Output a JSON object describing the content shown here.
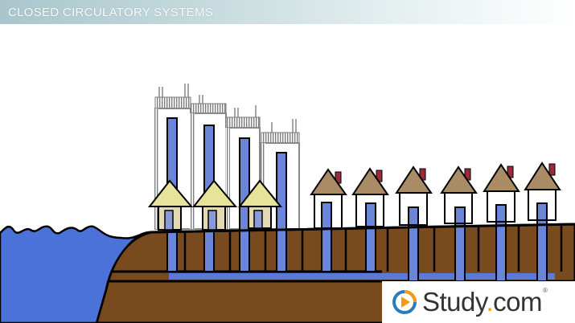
{
  "header": {
    "title": "CLOSED CIRCULATORY SYSTEMS"
  },
  "brand": {
    "name": "Study",
    "dot": ".",
    "suffix": "com",
    "trademark": "®",
    "logo_icon": "play-circle-icon"
  },
  "colors": {
    "sky": "#ffffff",
    "header_band": "#a9c6cc",
    "water": "#4a72d8",
    "ground": "#7a4a1f",
    "pipe_fill": "#6b86d8",
    "roof_brown": "#a98b66",
    "roof_yellow": "#e8e39a",
    "chimney": "#9b2a3a",
    "outline": "#000000",
    "brand_accent": "#f39c12",
    "brand_text": "#333333"
  }
}
